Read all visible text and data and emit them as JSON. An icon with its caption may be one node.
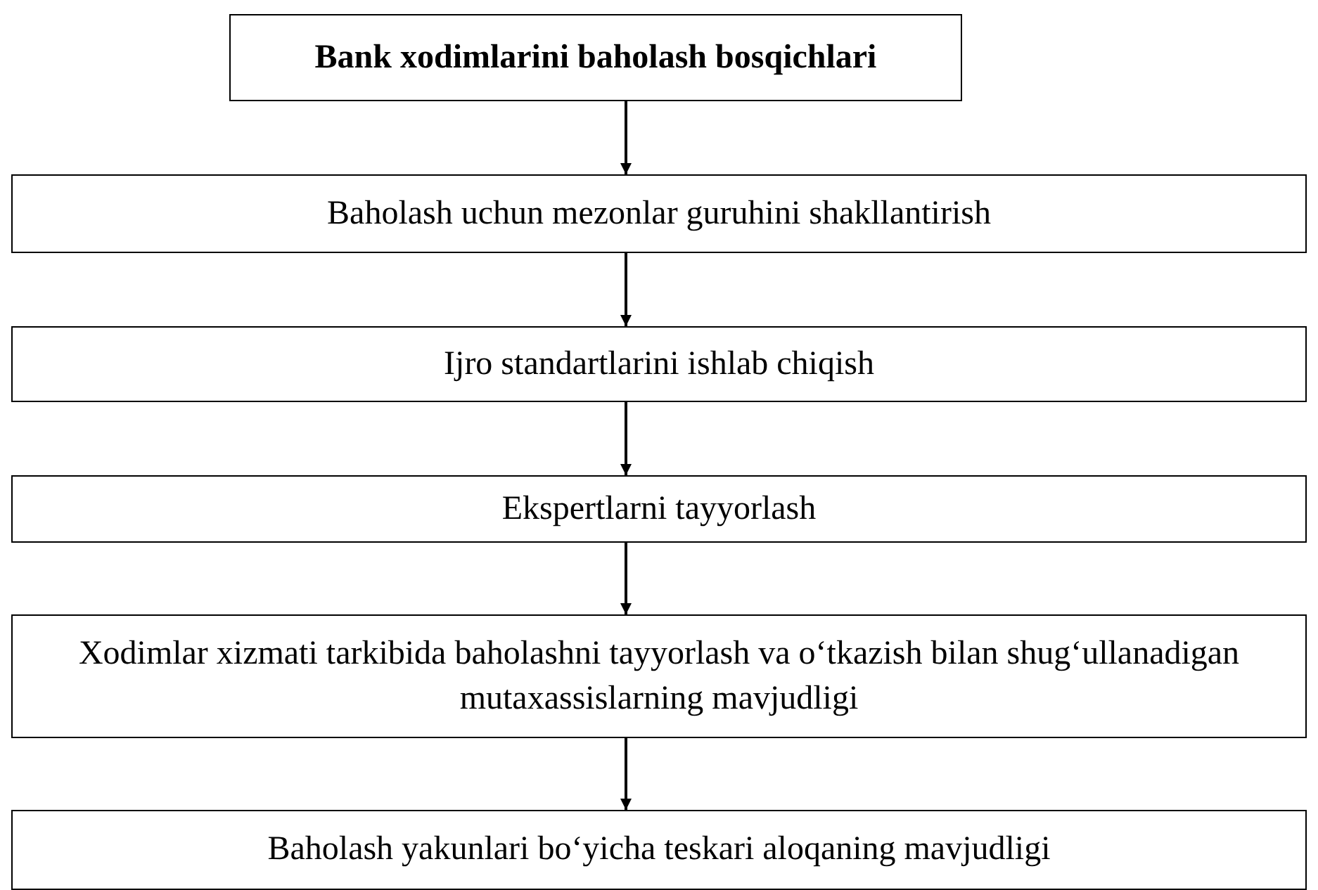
{
  "diagram": {
    "nodes": [
      {
        "text": [
          "Bank xodimlarini baholash bosqichlari"
        ]
      },
      {
        "text": [
          "Baholash uchun mezonlar guruhini shakllantirish"
        ]
      },
      {
        "text": [
          "Ijro standartlarini ishlab chiqish"
        ]
      },
      {
        "text": [
          "Ekspertlarni tayyorlash"
        ]
      },
      {
        "text": [
          "Xodimlar xizmati tarkibida baholashni tayyorlash va o‘tkazish bilan shug‘ullanadigan mutaxassislarning mavjudligi"
        ]
      },
      {
        "text": [
          "Baholash yakunlari bo‘yicha teskari aloqaning mavjudligi"
        ]
      }
    ],
    "edges": [
      {
        "from": 0,
        "to": 1,
        "arrow": "to"
      },
      {
        "from": 1,
        "to": 2,
        "arrow": "to"
      },
      {
        "from": 2,
        "to": 3,
        "arrow": "to"
      },
      {
        "from": 3,
        "to": 4,
        "arrow": "to"
      },
      {
        "from": 4,
        "to": 5,
        "arrow": "to"
      }
    ]
  }
}
